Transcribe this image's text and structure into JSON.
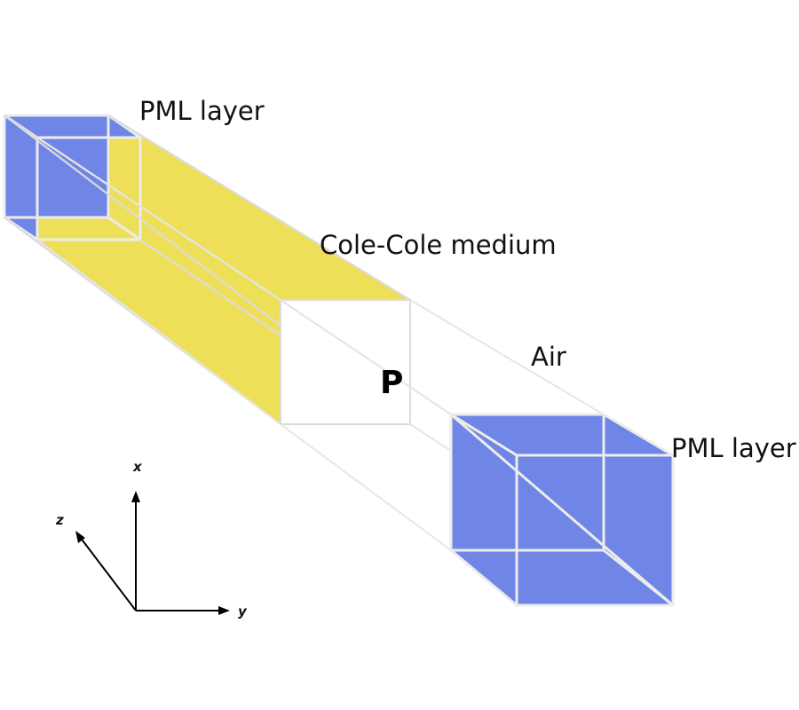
{
  "labels": {
    "pml_top": "PML layer",
    "cole_cole": "Cole-Cole medium",
    "air": "Air",
    "point": "P",
    "pml_bottom": "PML layer"
  },
  "axes": {
    "x": "x",
    "y": "y",
    "z": "z"
  },
  "colors": {
    "pml": "#6f86e6",
    "medium": "#eedf58",
    "edges": "#dcdcdc",
    "background": "#ffffff"
  }
}
